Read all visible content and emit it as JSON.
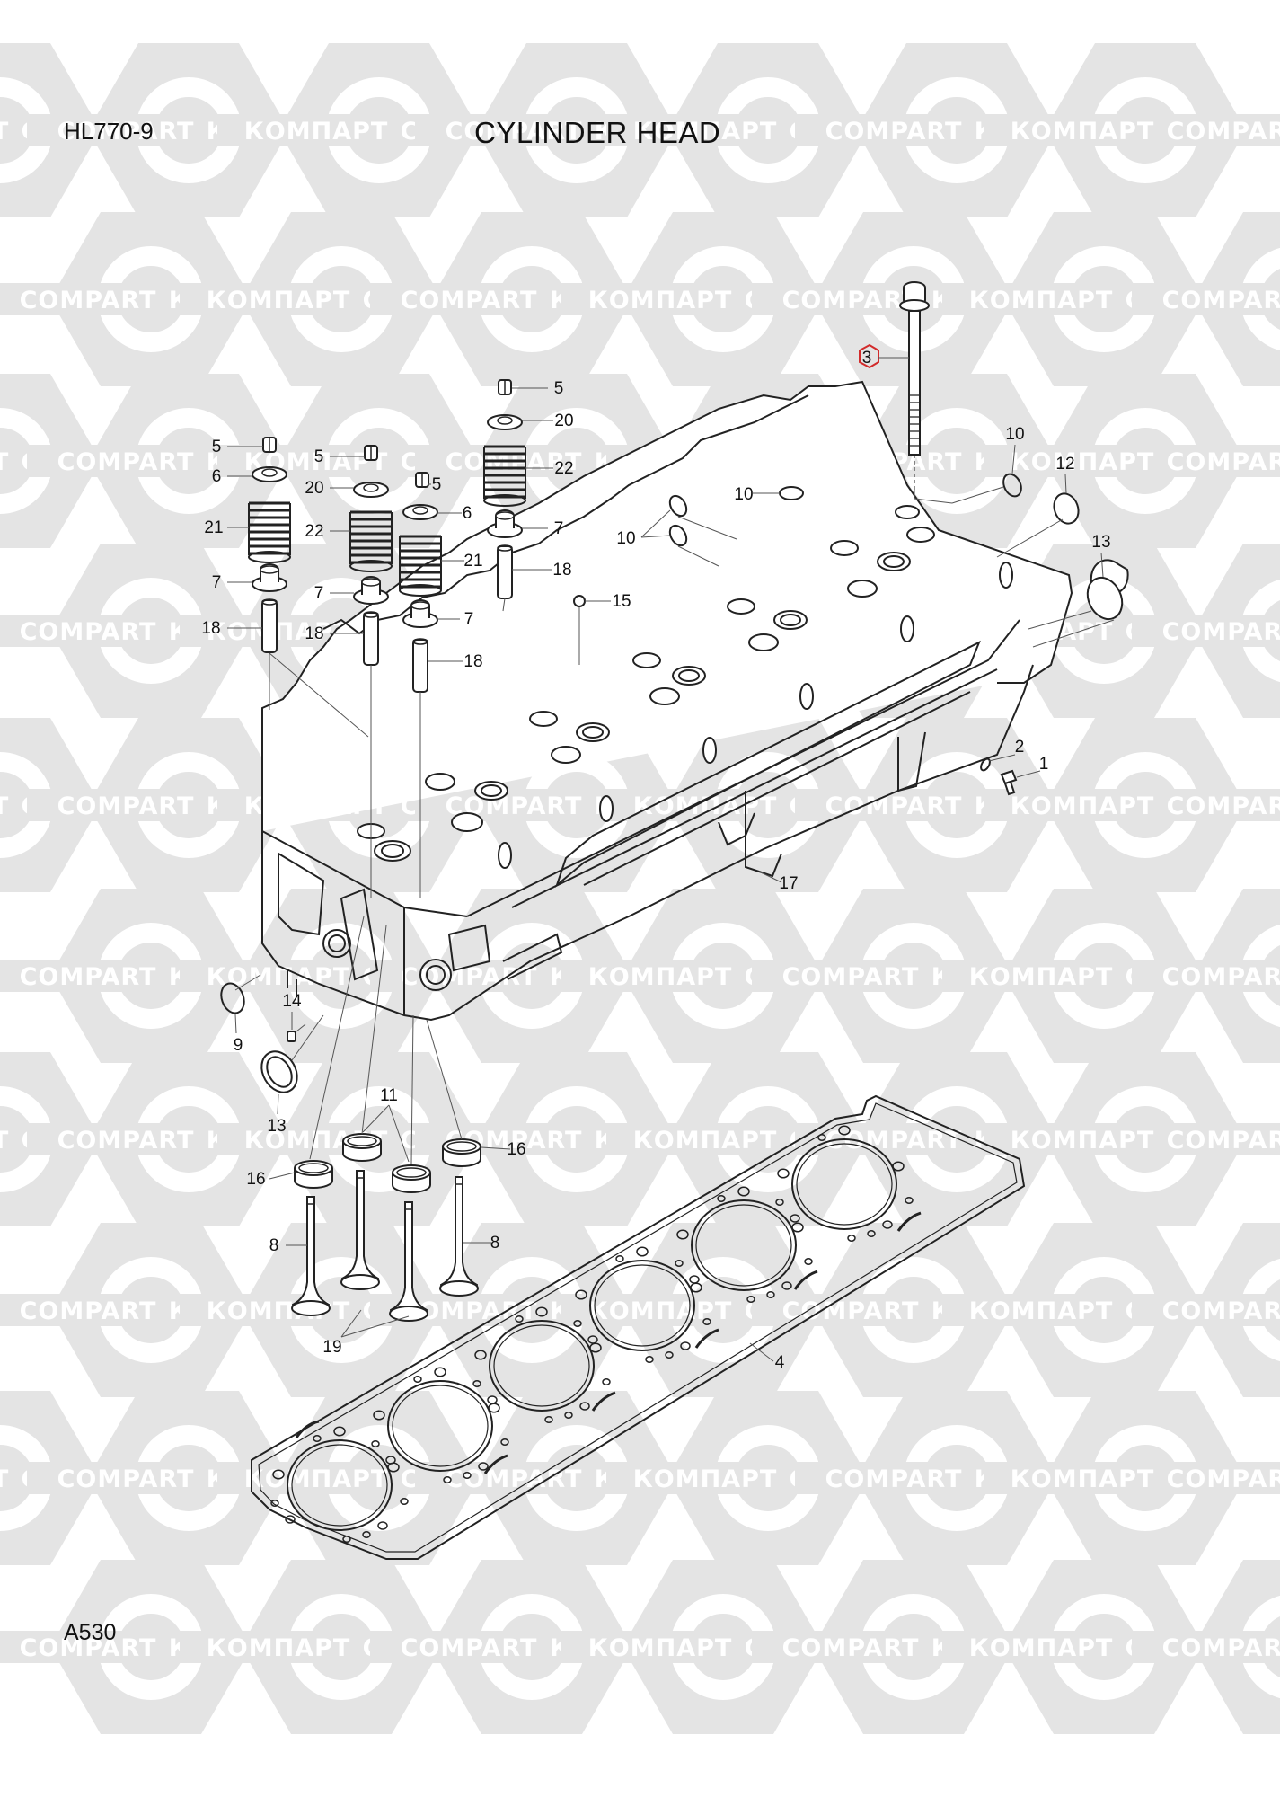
{
  "header": {
    "model": "HL770-9",
    "title": "CYLINDER HEAD",
    "page_code": "A530"
  },
  "watermark": {
    "text_latin": "COMPART",
    "text_cyrillic": "КОМПАРТ",
    "color": "#e4e4e4"
  },
  "highlight_color": "#d22b2b",
  "callouts": [
    {
      "id": "c3",
      "label": "3",
      "highlighted": true
    },
    {
      "id": "c10a",
      "label": "10"
    },
    {
      "id": "c10b",
      "label": "10"
    },
    {
      "id": "c10c",
      "label": "10"
    },
    {
      "id": "c12",
      "label": "12"
    },
    {
      "id": "c13a",
      "label": "13"
    },
    {
      "id": "c5a",
      "label": "5"
    },
    {
      "id": "c20a",
      "label": "20"
    },
    {
      "id": "c22a",
      "label": "22"
    },
    {
      "id": "c7a",
      "label": "7"
    },
    {
      "id": "c18a",
      "label": "18"
    },
    {
      "id": "c5b",
      "label": "5"
    },
    {
      "id": "c6a",
      "label": "6"
    },
    {
      "id": "c21a",
      "label": "21"
    },
    {
      "id": "c7b",
      "label": "7"
    },
    {
      "id": "c18b",
      "label": "18"
    },
    {
      "id": "c5c",
      "label": "5"
    },
    {
      "id": "c20b",
      "label": "20"
    },
    {
      "id": "c22b",
      "label": "22"
    },
    {
      "id": "c7c",
      "label": "7"
    },
    {
      "id": "c18c",
      "label": "18"
    },
    {
      "id": "c5d",
      "label": "5"
    },
    {
      "id": "c6b",
      "label": "6"
    },
    {
      "id": "c21b",
      "label": "21"
    },
    {
      "id": "c7d",
      "label": "7"
    },
    {
      "id": "c18d",
      "label": "18"
    },
    {
      "id": "c15",
      "label": "15"
    },
    {
      "id": "c2",
      "label": "2"
    },
    {
      "id": "c1",
      "label": "1"
    },
    {
      "id": "c17",
      "label": "17"
    },
    {
      "id": "c14",
      "label": "14"
    },
    {
      "id": "c9",
      "label": "9"
    },
    {
      "id": "c13b",
      "label": "13"
    },
    {
      "id": "c11",
      "label": "11"
    },
    {
      "id": "c16a",
      "label": "16"
    },
    {
      "id": "c16b",
      "label": "16"
    },
    {
      "id": "c8a",
      "label": "8"
    },
    {
      "id": "c8b",
      "label": "8"
    },
    {
      "id": "c19",
      "label": "19"
    },
    {
      "id": "c4",
      "label": "4"
    }
  ]
}
